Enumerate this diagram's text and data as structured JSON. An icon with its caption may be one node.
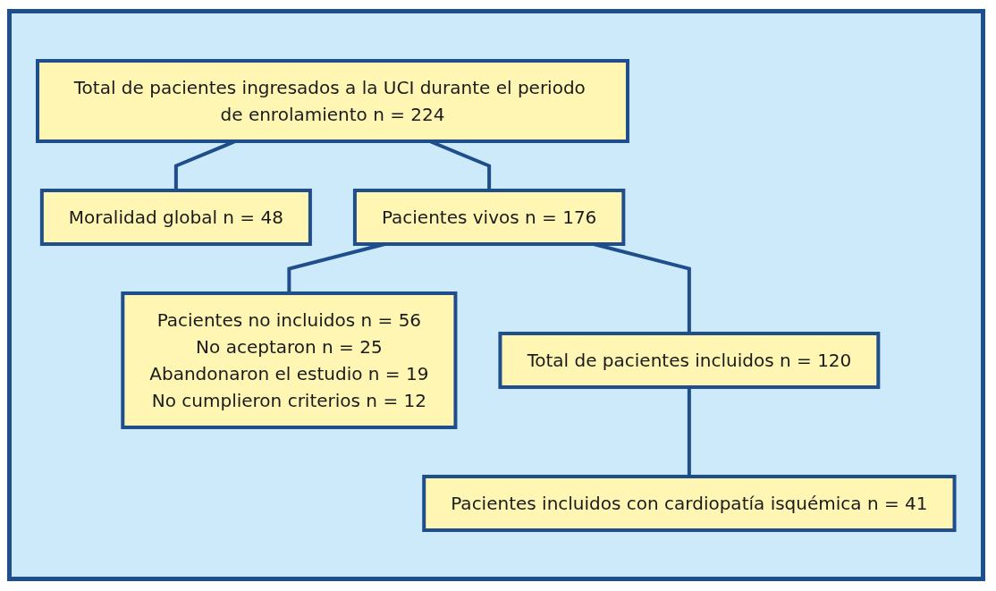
{
  "diagram": {
    "nodes": [
      {
        "text": [
          "Total de pacientes ingresados a la UCI durante el periodo de enrolamiento n = 224"
        ]
      },
      {
        "text": [
          "Moralidad global n = 48"
        ]
      },
      {
        "text": [
          "Pacientes vivos n = 176"
        ]
      },
      {
        "text": [
          "Pacientes no incluidos n = 56",
          "No aceptaron n = 25",
          "Abandonaron el estudio n = 19",
          "No cumplieron criterios n = 12"
        ]
      },
      {
        "text": [
          "Total de pacientes incluidos n = 120"
        ]
      },
      {
        "text": [
          "Pacientes incluidos con cardiopatía isquémica n = 41"
        ]
      }
    ],
    "edges": [
      {
        "from": 0,
        "to": 1,
        "arrow": "none"
      },
      {
        "from": 0,
        "to": 2,
        "arrow": "none"
      },
      {
        "from": 2,
        "to": 3,
        "arrow": "none"
      },
      {
        "from": 2,
        "to": 4,
        "arrow": "none"
      },
      {
        "from": 4,
        "to": 5,
        "arrow": "none"
      }
    ]
  }
}
